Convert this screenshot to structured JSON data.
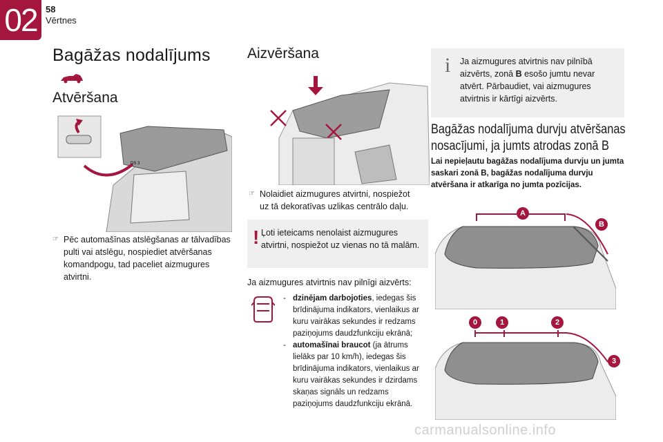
{
  "header": {
    "chapter": "02",
    "page_number": "58",
    "section": "Vērtnes"
  },
  "left": {
    "title": "Bagāžas nodalījums",
    "subtitle": "Atvēršana",
    "bullet": "Pēc automašīnas atslēgšanas ar tālvadības pulti vai atslēgu, nospiediet atvēršanas komandpogu, tad paceliet aizmugures atvirtni.",
    "car_badges": [
      "DS 3"
    ]
  },
  "middle": {
    "title": "Aizvēršana",
    "bullet": "Nolaidiet aizmugures atvirtni, nospiežot uz tā dekoratīvas uzlikas centrālo daļu.",
    "warning": "Ļoti ieteicams nenolaist aizmugures atvirtni, nospiežot uz vienas no tā malām.",
    "intro": "Ja aizmugures atvirtnis nav pilnīgi aizvērts:",
    "items": [
      {
        "bold": "dzinējam darbojoties",
        "rest": ", iedegas šis brīdinājuma indikators, vienlaikus ar kuru vairākas sekundes ir redzams paziņojums daudzfunkciju  ekrānā;"
      },
      {
        "bold": "automašīnai braucot",
        "rest": " (ja ātrums lielāks par 10 km/h), iedegas šis brīdinājuma indikators, vienlaikus ar kuru vairākas sekundes ir dzirdams skaņas signāls un redzams paziņojums daudzfunkciju ekrānā."
      }
    ]
  },
  "right": {
    "info_pre": "Ja aizmugures atvirtnis nav pilnībā aizvērts, zonā ",
    "info_bold": "B",
    "info_post": " esošo jumtu nevar atvērt. Pārbaudiet, vai aizmugures atvirtnis ir kārtīgi aizvērts.",
    "title": "Bagāžas nodalījuma durvju atvēršanas nosacījumi, ja jumts atrodas zonā B",
    "lead": "Lai nepieļautu bagāžas nodalījuma durvju un jumta saskari zonā B, bagāžas nodalījuma durvju atvēršana ir atkarīga no jumta pozīcijas.",
    "badges_top": [
      "A",
      "B"
    ],
    "badges_bottom": [
      "0",
      "1",
      "2",
      "3"
    ]
  },
  "watermark": "carmanualsonline.info",
  "colors": {
    "accent": "#a5163f",
    "box": "#efefef"
  }
}
